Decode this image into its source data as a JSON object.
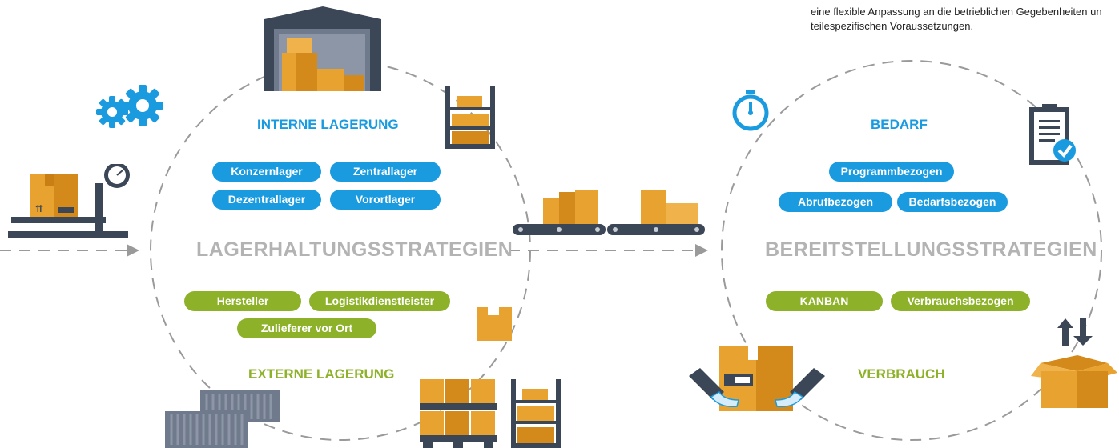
{
  "note": {
    "line1": "eine flexible Anpassung an die betrieblichen Gegebenheiten un",
    "line2": "teilespezifischen Voraussetzungen."
  },
  "left_cycle": {
    "title": "LAGERHALTUNGSSTRATEGIEN",
    "top_heading": "INTERNE LAGERUNG",
    "bottom_heading": "EXTERNE LAGERUNG",
    "internal_items": [
      "Konzernlager",
      "Zentrallager",
      "Dezentrallager",
      "Vorortlager"
    ],
    "external_items": [
      "Hersteller",
      "Logistikdienstleister",
      "Zulieferer vor Ort"
    ]
  },
  "right_cycle": {
    "title": "BEREITSTELLUNGSSTRATEGIEN",
    "top_heading": "BEDARF",
    "bottom_heading": "VERBRAUCH",
    "demand_items": [
      "Programmbezogen",
      "Abrufbezogen",
      "Bedarfsbezogen"
    ],
    "consumption_items": [
      "KANBAN",
      "Verbrauchsbezogen"
    ]
  },
  "colors": {
    "blue": "#1a9be0",
    "green": "#8db22a",
    "title_gray": "#b3b3b3",
    "dark": "#3b4656",
    "box": "#e8a22f"
  },
  "icons": [
    "gears-icon",
    "scale-icon",
    "warehouse-icon",
    "shelf-icon",
    "conveyor-icon",
    "pallet-icon",
    "container-icon",
    "stopwatch-icon",
    "clipboard-check-icon",
    "open-box-icon",
    "hands-box-icon",
    "arrows-updown-icon",
    "small-box-icon"
  ]
}
